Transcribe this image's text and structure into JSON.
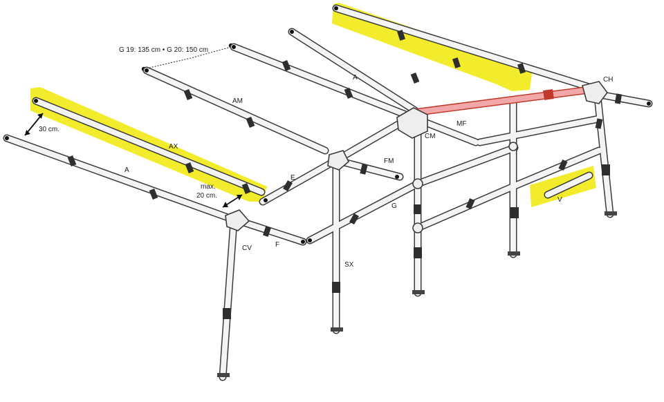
{
  "labels": {
    "A_top": "A",
    "A_left": "A",
    "AM": "AM",
    "AX": "AX",
    "CH": "CH",
    "MF": "MF",
    "CM": "CM",
    "FM": "FM",
    "E": "E",
    "G": "G",
    "SX": "SX",
    "CV": "CV",
    "F": "F",
    "V": "V"
  },
  "annotations": {
    "length_note": "G 19: 135 cm • G 20: 150 cm",
    "spacing_30": "30 cm.",
    "max_line1": "max.",
    "max_line2": "20 cm."
  },
  "colors": {
    "highlight": "#f2ea1a",
    "pink_pole": "#f2a8a8",
    "pole": "#f4f4f4",
    "outline": "#3a3a3a"
  }
}
